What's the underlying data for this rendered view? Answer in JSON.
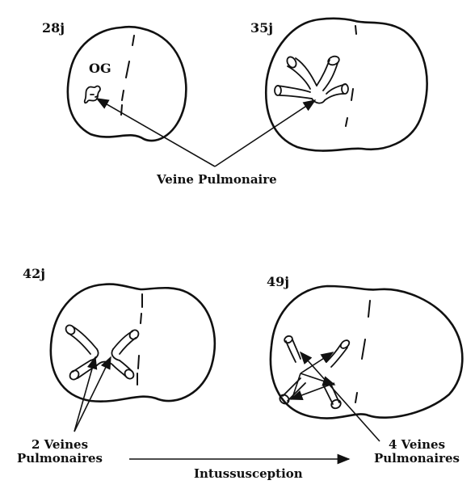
{
  "stages": [
    {
      "age": "28j",
      "chamber_label": "OG"
    },
    {
      "age": "35j"
    },
    {
      "age": "42j"
    },
    {
      "age": "49j"
    }
  ],
  "labels": {
    "single_vein": "Veine Pulmonaire",
    "two_veins_line1": "2 Veines",
    "two_veins_line2": "Pulmonaires",
    "four_veins_line1": "4 Veines",
    "four_veins_line2": "Pulmonaires",
    "process": "Intussusception"
  }
}
